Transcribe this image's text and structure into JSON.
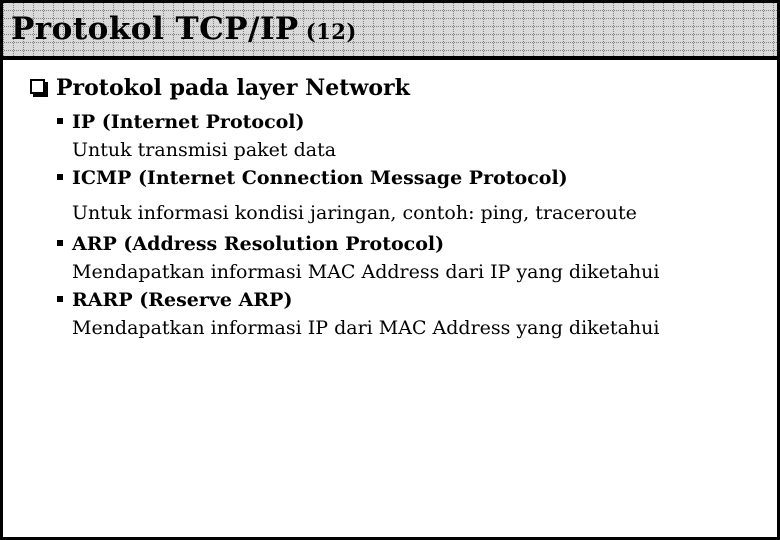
{
  "slide": {
    "title": "Protokol TCP/IP",
    "title_suffix": "(12)",
    "heading": "Protokol pada layer Network",
    "items": [
      {
        "title": "IP (Internet Protocol)",
        "desc": "Untuk transmisi paket data"
      },
      {
        "title": "ICMP (Internet Connection Message Protocol)",
        "desc": "Untuk informasi kondisi jaringan, contoh: ping, traceroute"
      },
      {
        "title": "ARP (Address Resolution Protocol)",
        "desc": "Mendapatkan informasi MAC Address dari IP yang diketahui"
      },
      {
        "title": "RARP (Reserve ARP)",
        "desc": "Mendapatkan informasi IP dari MAC Address yang diketahui"
      }
    ],
    "icons": {
      "heading_bullet": "shadowed-hollow-square",
      "item_bullet": "small-filled-square"
    },
    "colors": {
      "band_background": "#d9d9d9",
      "band_grid_dot": "#7e7e7e",
      "border": "#000000",
      "text": "#000000",
      "body_background": "#ffffff"
    }
  }
}
